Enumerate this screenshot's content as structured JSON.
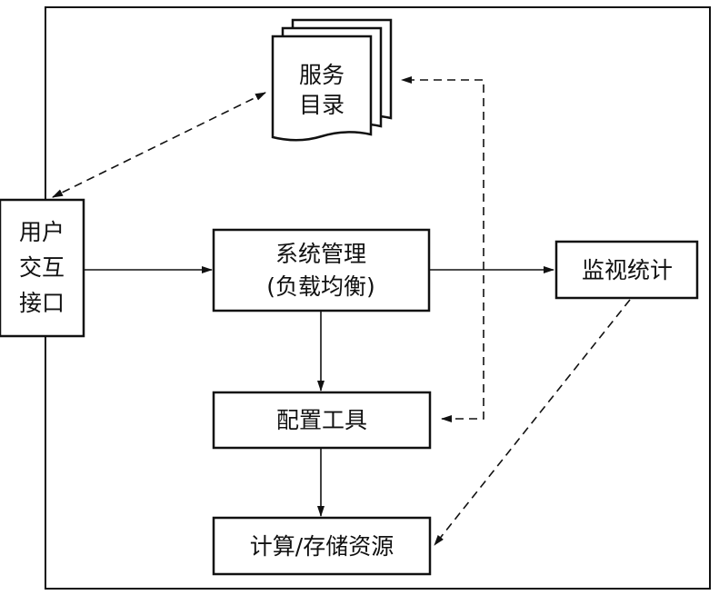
{
  "nodes": {
    "service_catalog": {
      "line1": "服务",
      "line2": "目录"
    },
    "user_interface": {
      "line1": "用户",
      "line2": "交互",
      "line3": "接口"
    },
    "system_management": {
      "line1": "系统管理",
      "line2": "(负载均衡)"
    },
    "monitoring": {
      "label": "监视统计"
    },
    "config_tool": {
      "label": "配置工具"
    },
    "compute_storage": {
      "label": "计算/存储资源"
    }
  },
  "colors": {
    "stroke": "#111111",
    "background": "#ffffff"
  }
}
